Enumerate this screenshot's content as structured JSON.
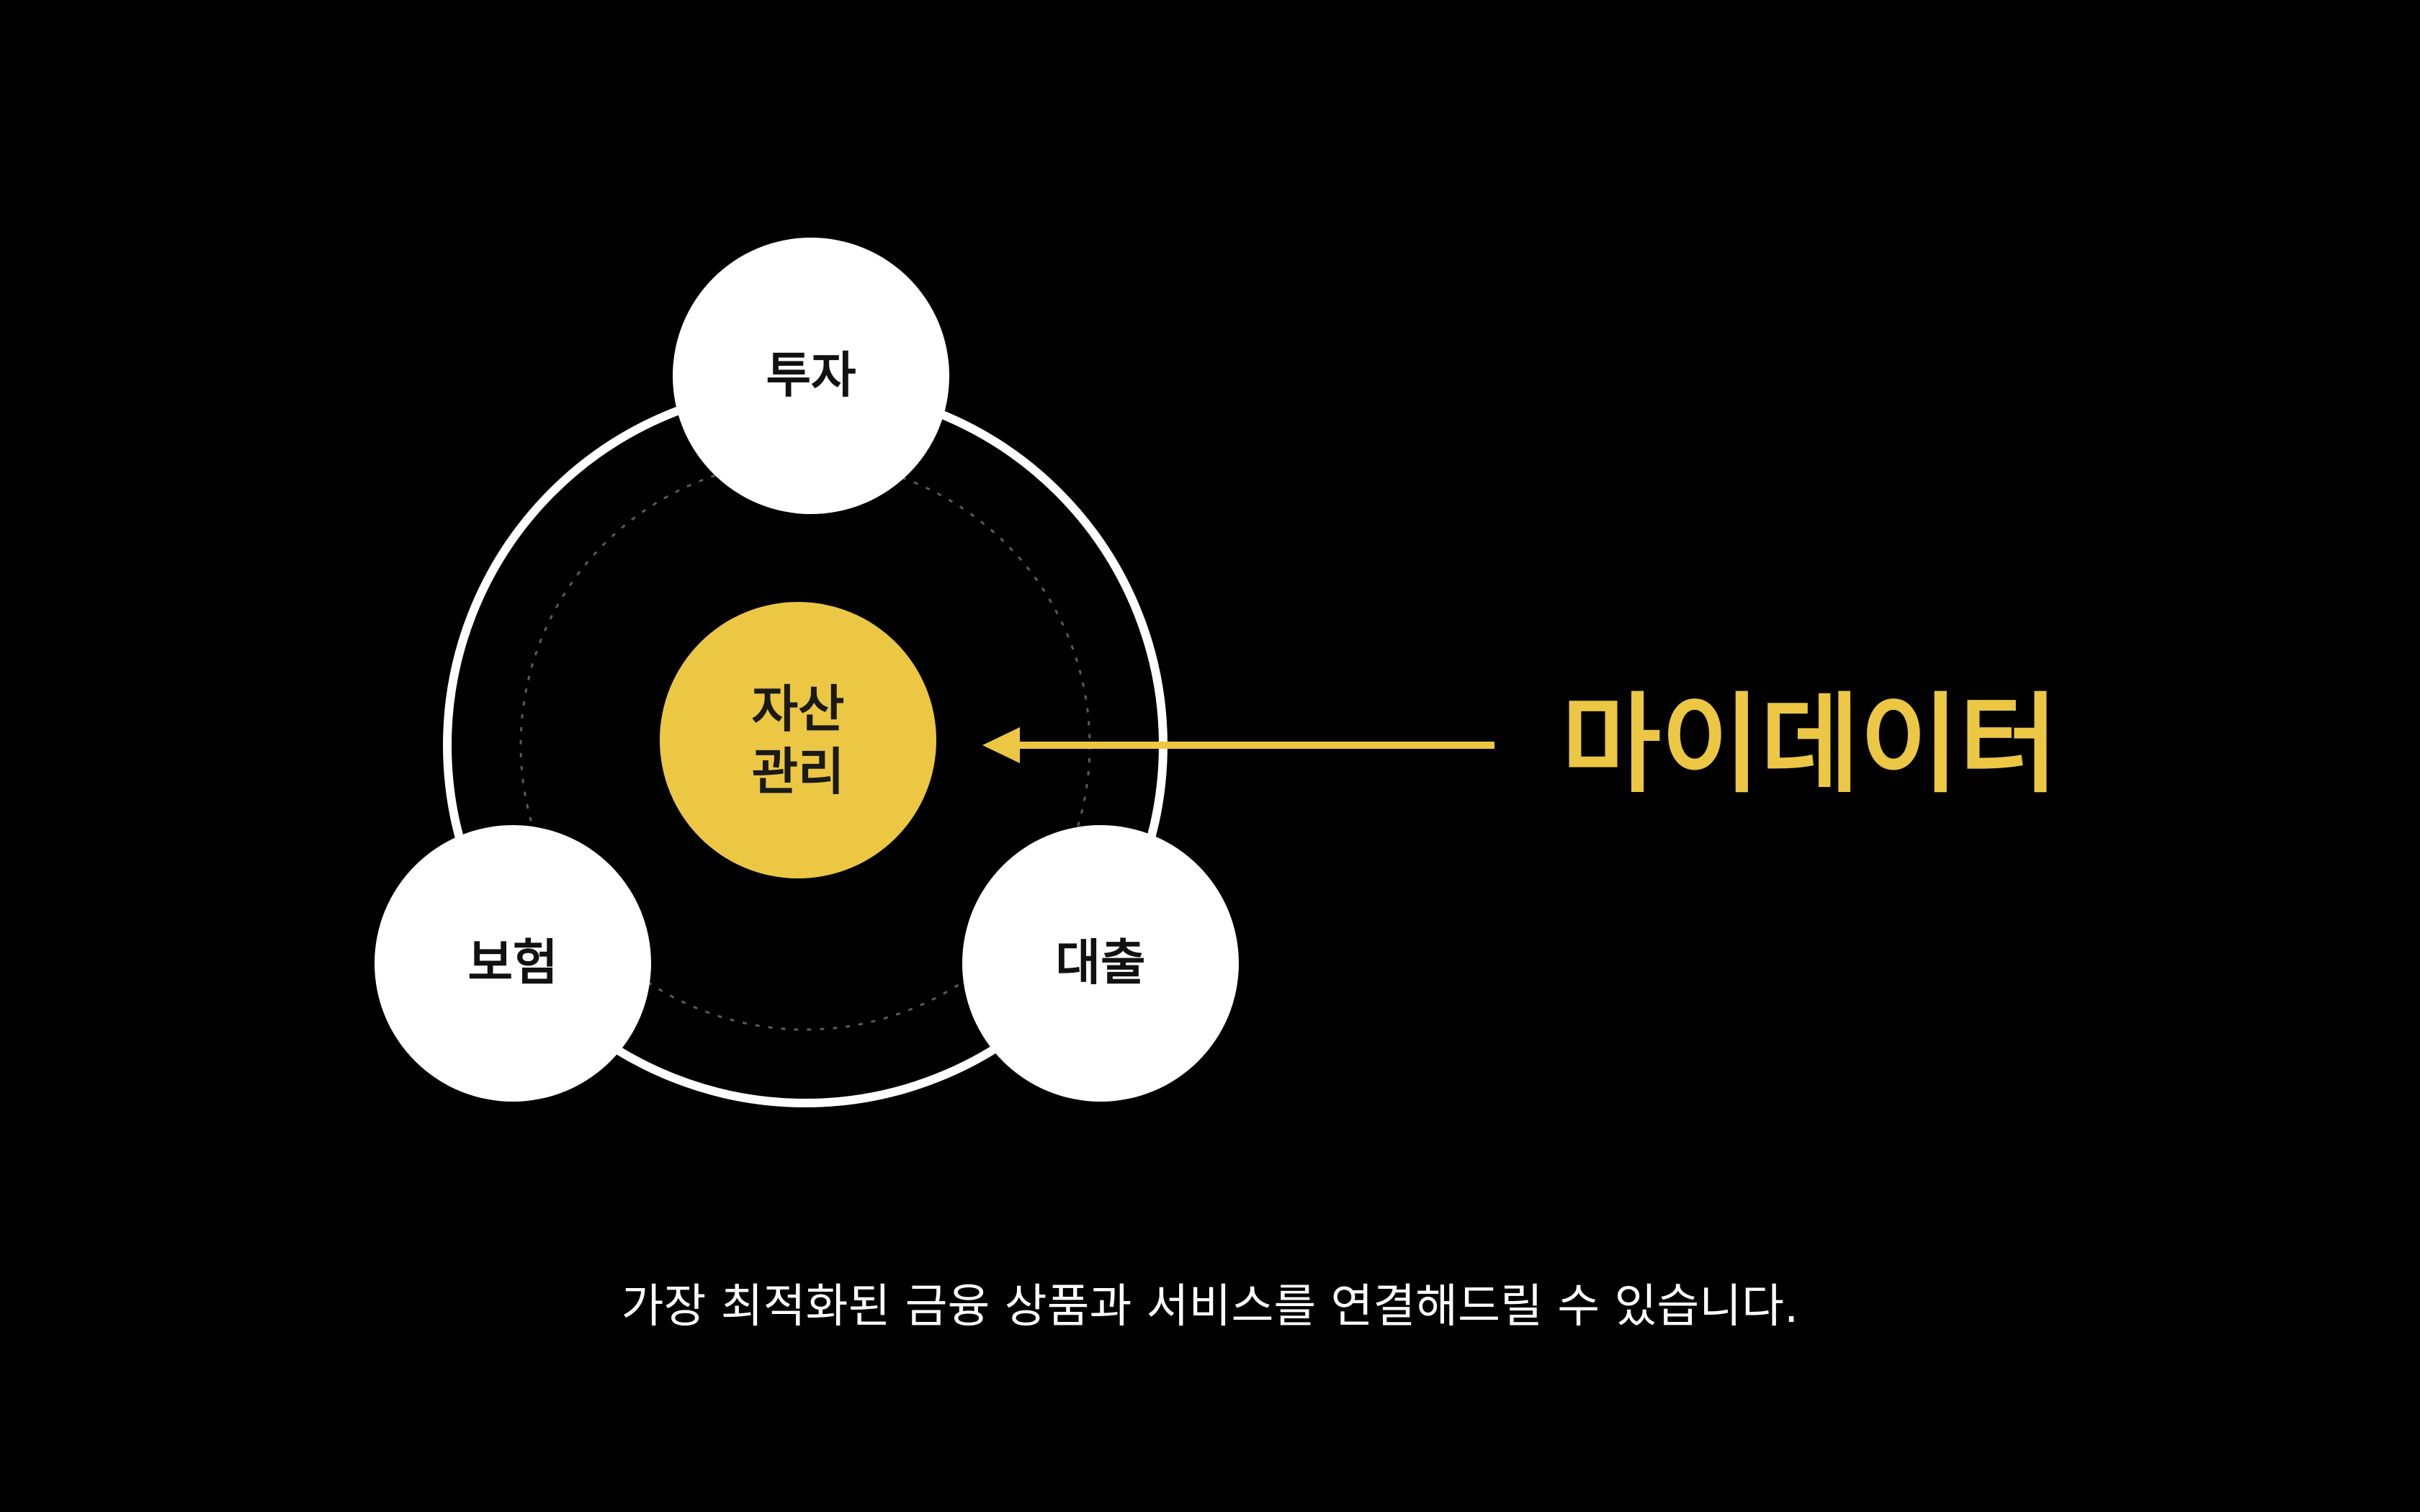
{
  "colors": {
    "background": "#000000",
    "ring": "#ffffff",
    "node_fill": "#ffffff",
    "node_text": "#111111",
    "accent": "#ECC744",
    "center_text": "#1a1a1a",
    "dotted_ring": "#5a5a5a"
  },
  "diagram": {
    "center": {
      "line1": "자산",
      "line2": "관리"
    },
    "nodes": {
      "top": "투자",
      "left": "보험",
      "right": "대출"
    }
  },
  "headline": "마이데이터",
  "caption": "가장 최적화된 금융 상품과 서비스를 연결해드릴 수 있습니다."
}
